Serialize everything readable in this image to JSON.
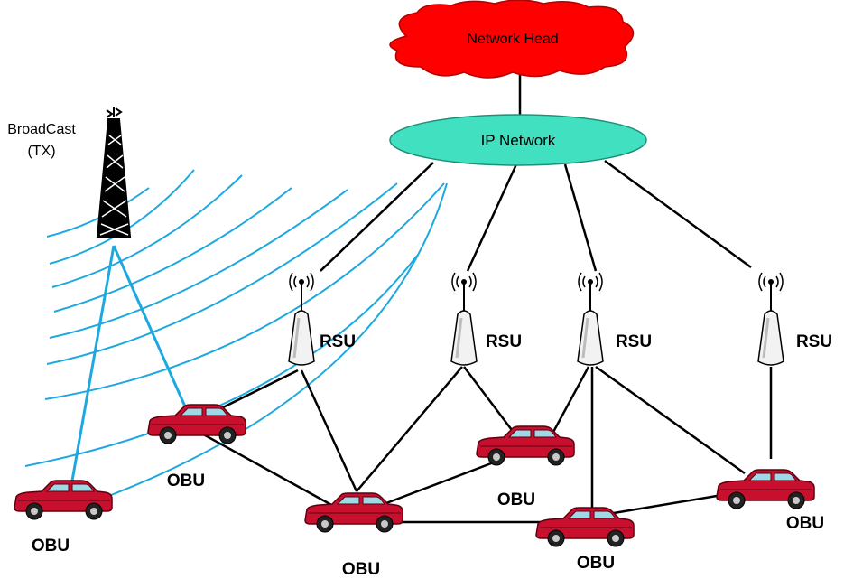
{
  "network_head": {
    "label": "Network Head",
    "color": "#ff0000"
  },
  "ip_network": {
    "label": "IP Network",
    "color": "#40e0c0"
  },
  "broadcast": {
    "label_line1": "BroadCast",
    "label_line2": "(TX)"
  },
  "rsu_label": "RSU",
  "obu_label": "OBU",
  "rsus": [
    {
      "label": "RSU"
    },
    {
      "label": "RSU"
    },
    {
      "label": "RSU"
    },
    {
      "label": "RSU"
    }
  ],
  "obus": [
    {
      "label": "OBU"
    },
    {
      "label": "OBU"
    },
    {
      "label": "OBU"
    },
    {
      "label": "OBU"
    },
    {
      "label": "OBU"
    },
    {
      "label": "OBU"
    }
  ],
  "colors": {
    "broadcast_wave": "#1ea8e0",
    "wired_link": "#000000",
    "car_body": "#c8102e",
    "car_window": "#9fd8e6"
  }
}
